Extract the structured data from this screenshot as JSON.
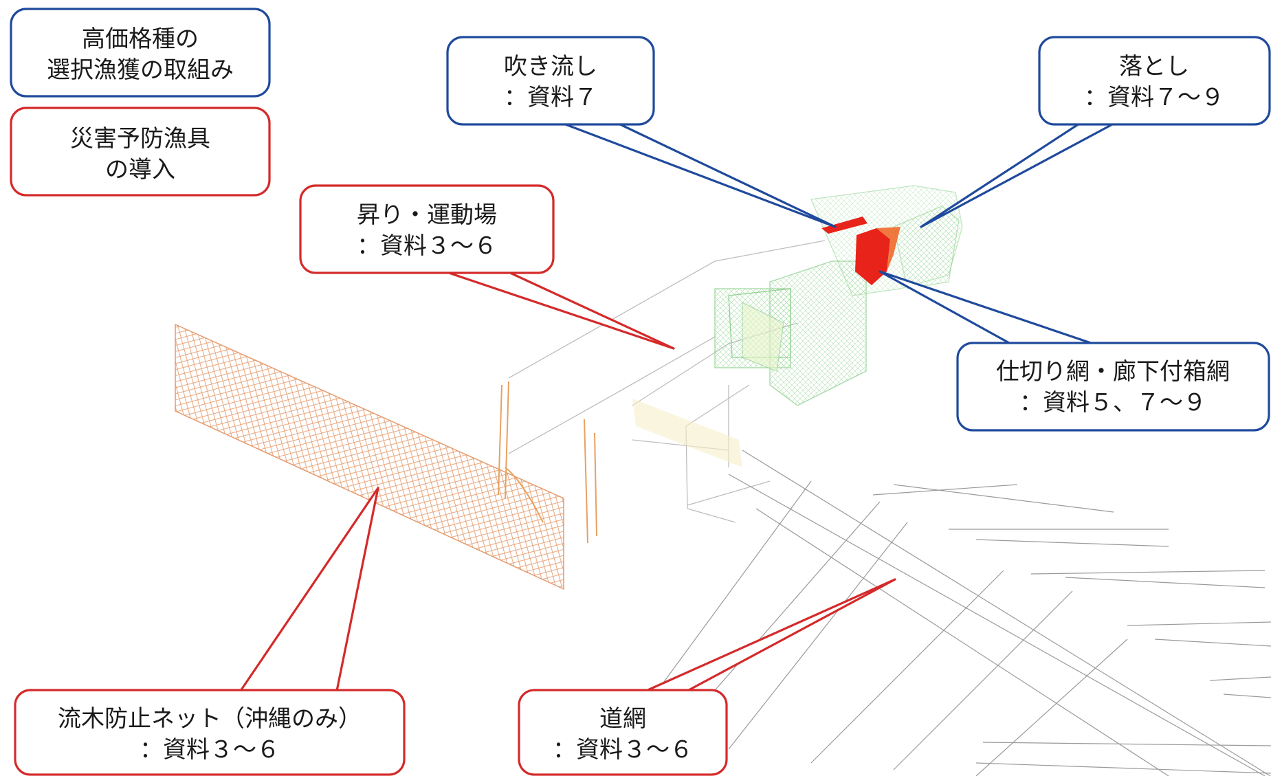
{
  "legend": {
    "blue_label_line1": "高価格種の",
    "blue_label_line2": "選択漁獲の取組み",
    "red_label_line1": "災害予防漁具",
    "red_label_line2": "の導入"
  },
  "callouts": {
    "fukinagashi": {
      "line1": "吹き流し",
      "line2": "：資料７"
    },
    "otoshi": {
      "line1": "落とし",
      "line2": "：資料７～９"
    },
    "nobori": {
      "line1": "昇り・運動場",
      "line2": "：資料３～６"
    },
    "shikiri": {
      "line1": "仕切り網・廊下付箱網",
      "line2": "：資料５、７～９"
    },
    "ryuboku": {
      "line1": "流木防止ネット（沖縄のみ）",
      "line2": "：資料３～６"
    },
    "michiami": {
      "line1": "道網",
      "line2": "：資料３～６"
    }
  },
  "colors": {
    "blue": "#1f4a9c",
    "red": "#d42a2a",
    "net_orange": "#e08a55",
    "net_green": "#8fd08f",
    "highlight_red": "#e8231a"
  }
}
